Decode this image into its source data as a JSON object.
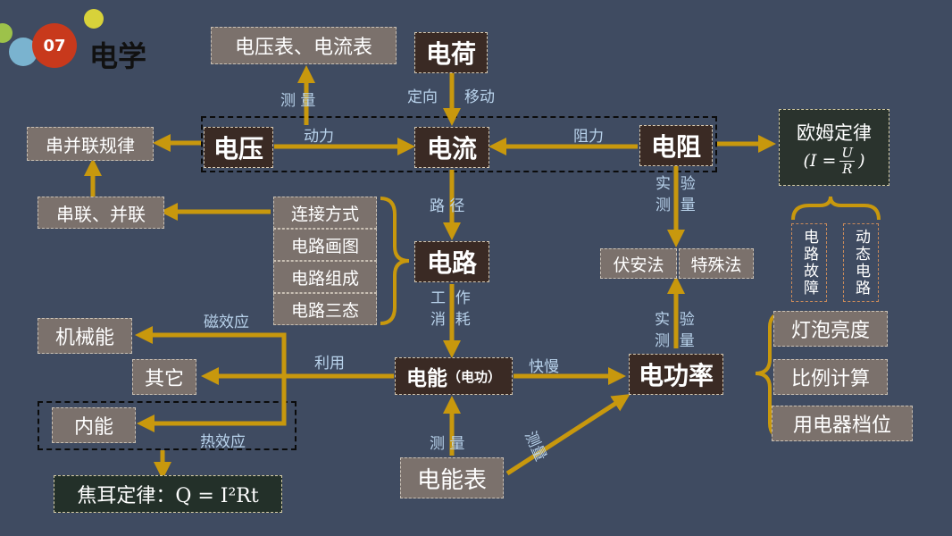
{
  "header": {
    "badge": "07",
    "title": "电学"
  },
  "nodes": {
    "voltmeter_ammeter": "电压表、电流表",
    "charge": "电荷",
    "voltage": "电压",
    "current": "电流",
    "resistance": "电阻",
    "series_parallel_rules": "串并联规律",
    "series_parallel": "串联、并联",
    "connection": "连接方式",
    "circuit_diagram": "电路画图",
    "circuit_composition": "电路组成",
    "circuit_states": "电路三态",
    "circuit": "电路",
    "voltammetry": "伏安法",
    "special_method": "特殊法",
    "mechanical_energy": "机械能",
    "other": "其它",
    "internal_energy": "内能",
    "electric_energy": "电能",
    "electric_work": "（电功）",
    "electric_power": "电功率",
    "energy_meter": "电能表",
    "bulb_brightness": "灯泡亮度",
    "ratio_calc": "比例计算",
    "appliance_gear": "用电器档位",
    "circuit_fault": "电路故障",
    "dynamic_circuit": "动态电路",
    "ohm_title": "欧姆定律",
    "ohm_lhs": "(I =",
    "ohm_num": "U",
    "ohm_den": "R",
    "ohm_rp": ")",
    "joule": "焦耳定律：Q = I²Rt"
  },
  "labels": {
    "measure_top": "测  量",
    "directional_move_a": "定向",
    "directional_move_b": "移动",
    "driving": "动力",
    "hindrance": "阻力",
    "path": "路  径",
    "experiment_measure_top": "实  验\n测  量",
    "work_consume": "工  作\n消  耗",
    "experiment_measure_bottom": "实  验\n测  量",
    "magnetic_effect": "磁效应",
    "utilize": "利用",
    "thermal_effect": "热效应",
    "speed": "快慢",
    "measure_bottom": "测  量",
    "measure_diag": "测量"
  },
  "colors": {
    "background": "#3f4b61",
    "arrow": "#c8980d",
    "grey_box": "#7b716c",
    "dark_box": "#3a2a24",
    "label": "#b9d3ec",
    "badge": "#c8391c"
  }
}
